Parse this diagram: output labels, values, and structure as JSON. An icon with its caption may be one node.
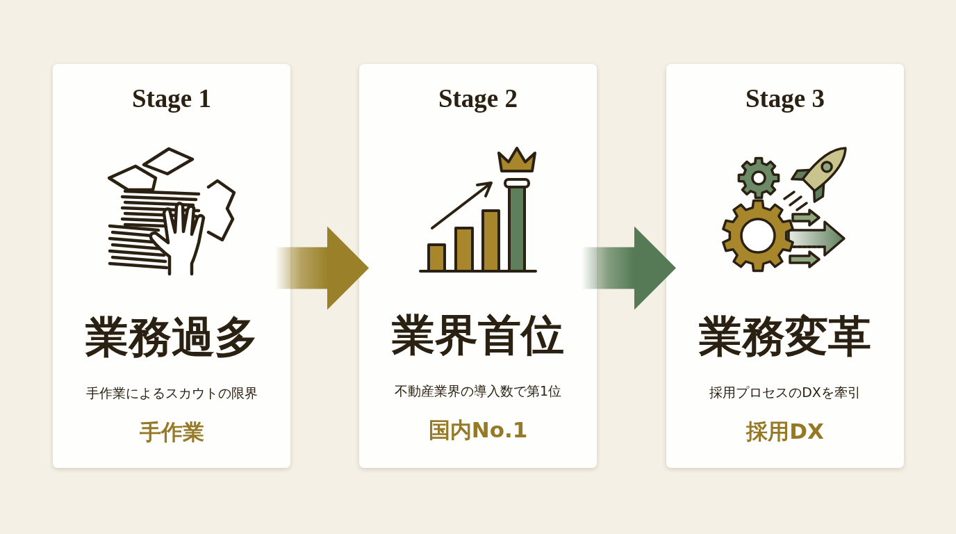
{
  "diagram": {
    "nodes": [
      {
        "text": [
          "Stage 1",
          "業務過多",
          "手作業によるスカウトの限界",
          "手作業"
        ]
      },
      {
        "text": [
          "Stage 2",
          "業界首位",
          "不動産業界の導入数で第1位",
          "国内No.1"
        ]
      },
      {
        "text": [
          "Stage 3",
          "業務変革",
          "採用プロセスのDXを牽引",
          "採用DX"
        ]
      }
    ],
    "edges": [
      {
        "from": 0,
        "to": 1,
        "arrow": "to",
        "color": "#9a8129"
      },
      {
        "from": 1,
        "to": 2,
        "arrow": "to",
        "color": "#557a55"
      }
    ]
  }
}
